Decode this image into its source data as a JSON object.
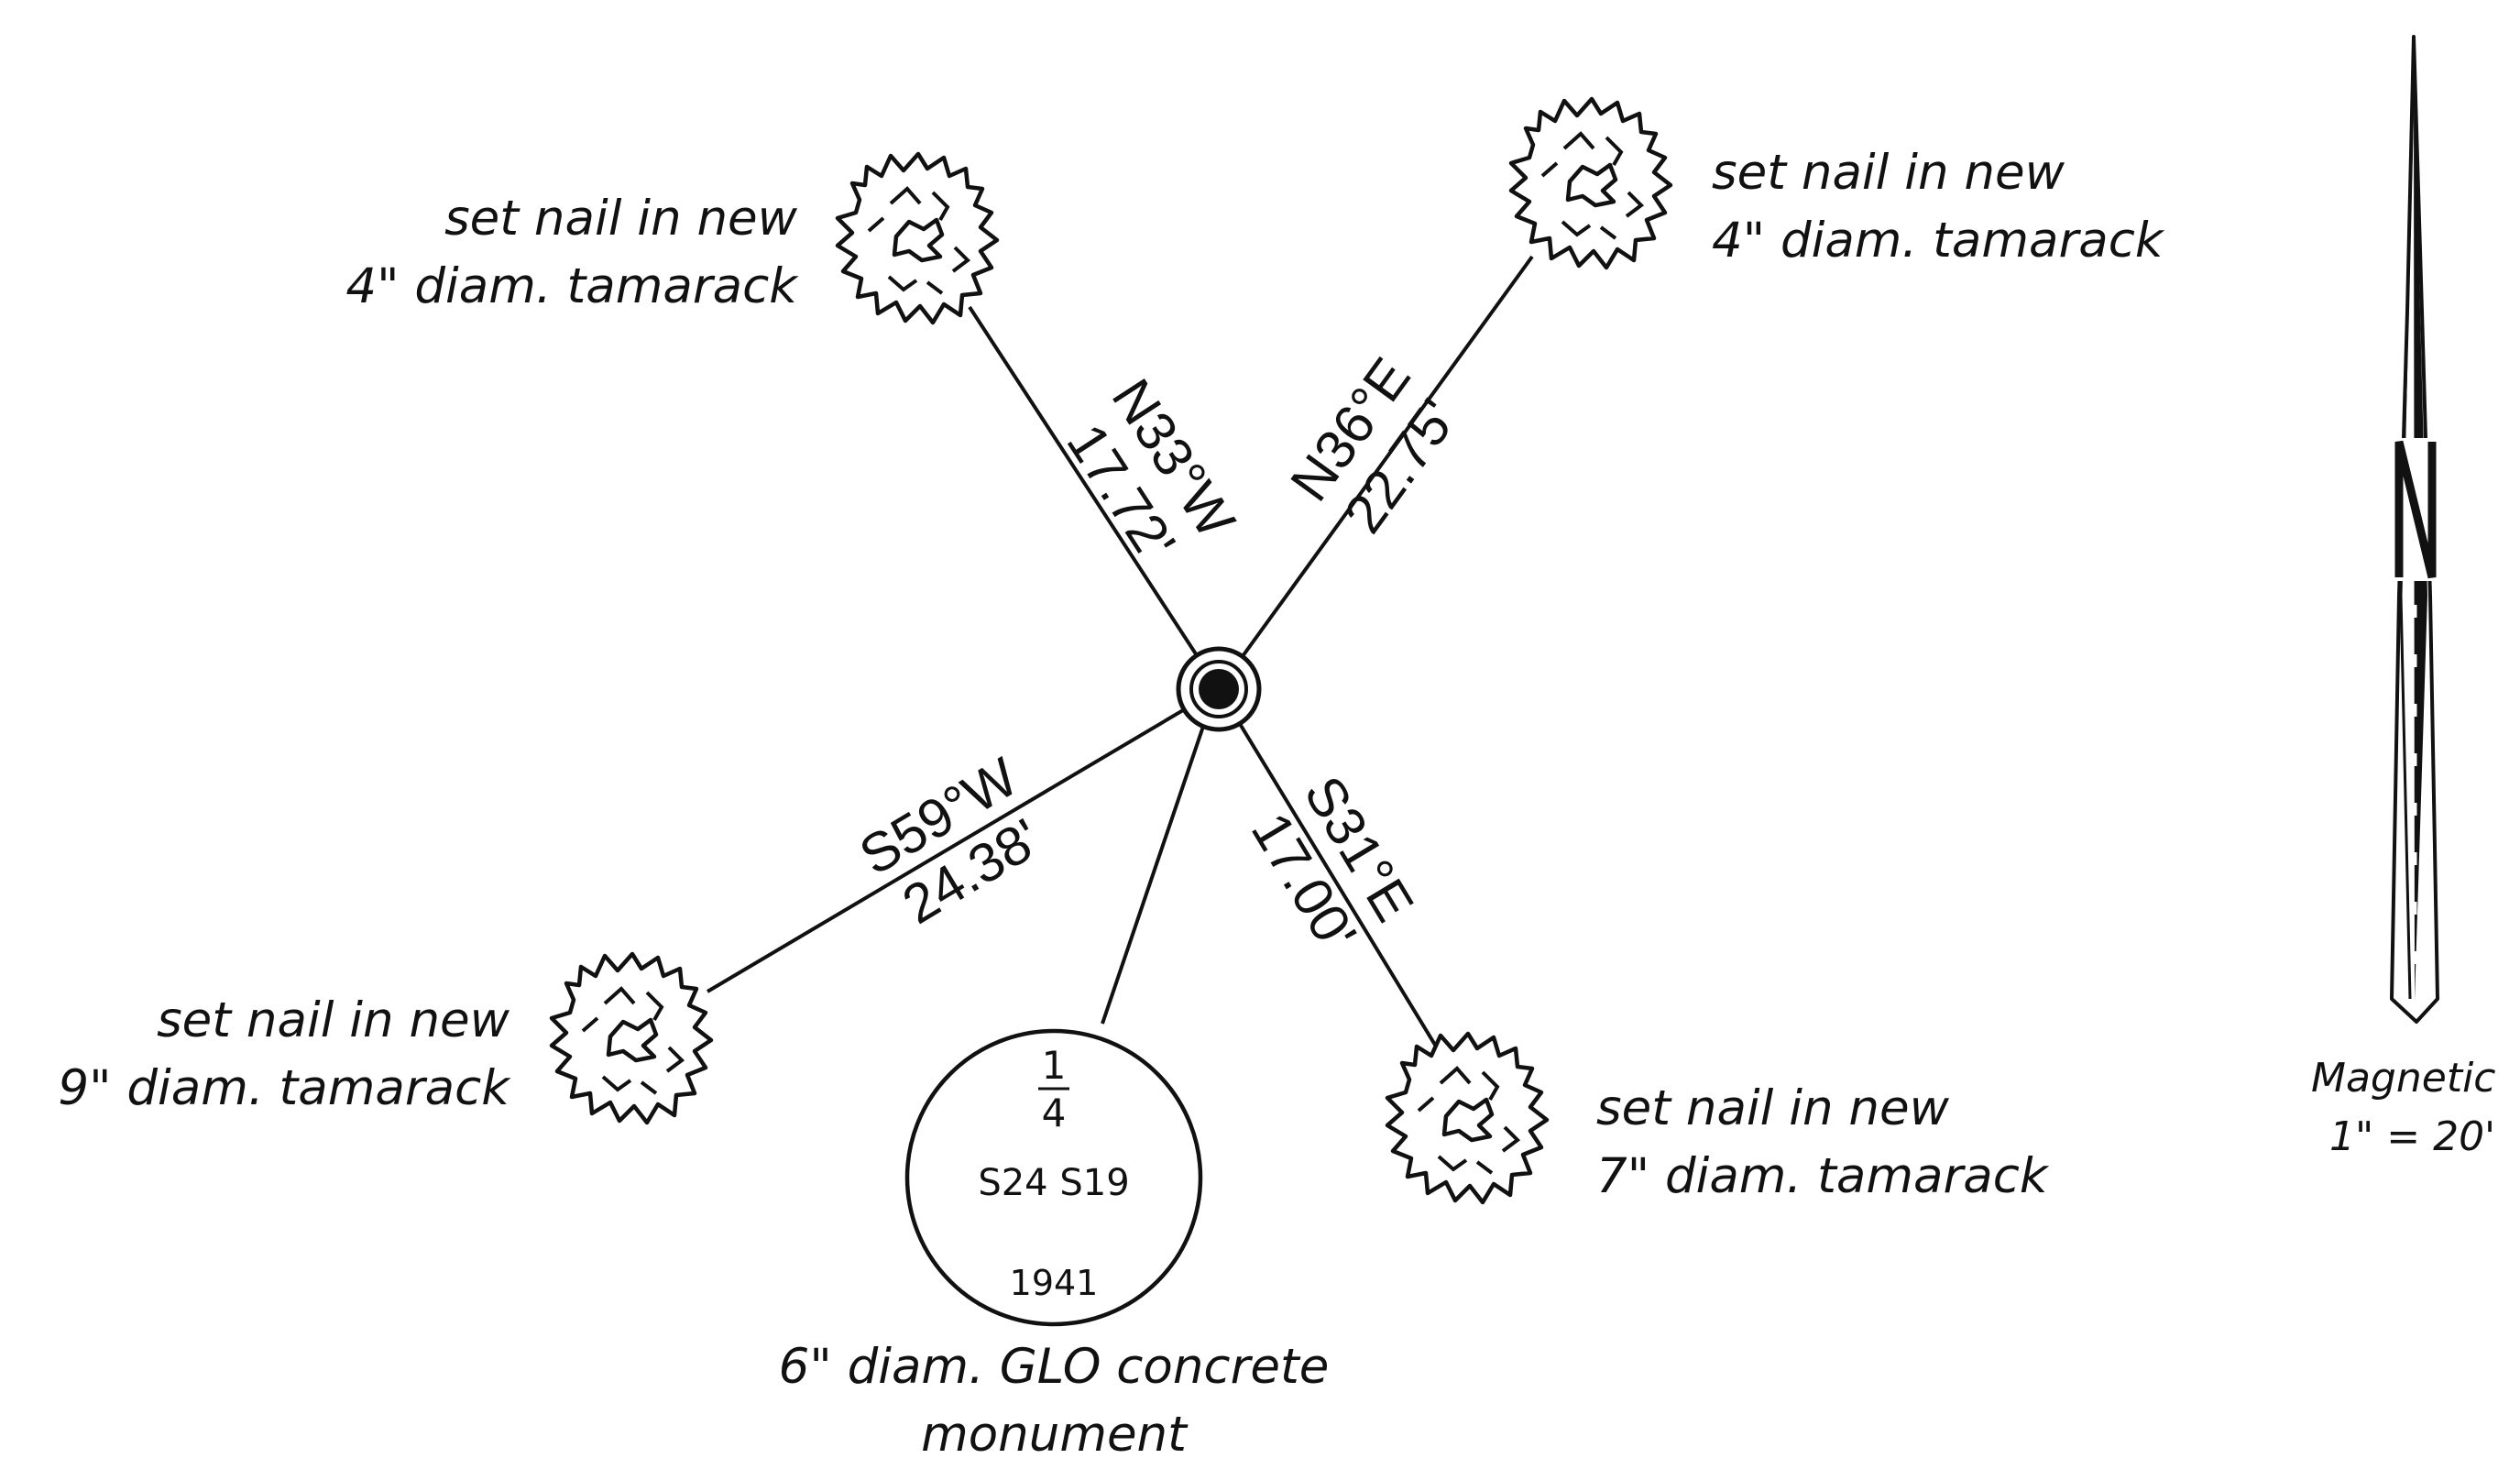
{
  "reference_trees": [
    {
      "id": "nw",
      "label_line1": "set nail in new",
      "label_line2": "4\" diam. tamarack",
      "bearing": "N33°W",
      "distance": "17.72'"
    },
    {
      "id": "ne",
      "label_line1": "set nail in new",
      "label_line2": "4\" diam. tamarack",
      "bearing": "N36°E",
      "distance": "22.75'"
    },
    {
      "id": "sw",
      "label_line1": "set nail in new",
      "label_line2": "9\" diam. tamarack",
      "bearing": "S59°W",
      "distance": "24.38'"
    },
    {
      "id": "se",
      "label_line1": "set nail in new",
      "label_line2": "7\" diam. tamarack",
      "bearing": "S31°E",
      "distance": "17.00'"
    }
  ],
  "monument": {
    "fraction_numerator": "1",
    "fraction_denominator": "4",
    "sections": "S24 S19",
    "year": "1941",
    "caption_line1": "6\" diam. GLO concrete",
    "caption_line2": "monument"
  },
  "north_arrow": {
    "letter": "N",
    "label": "Magnetic",
    "scale": "1\" = 20'"
  }
}
